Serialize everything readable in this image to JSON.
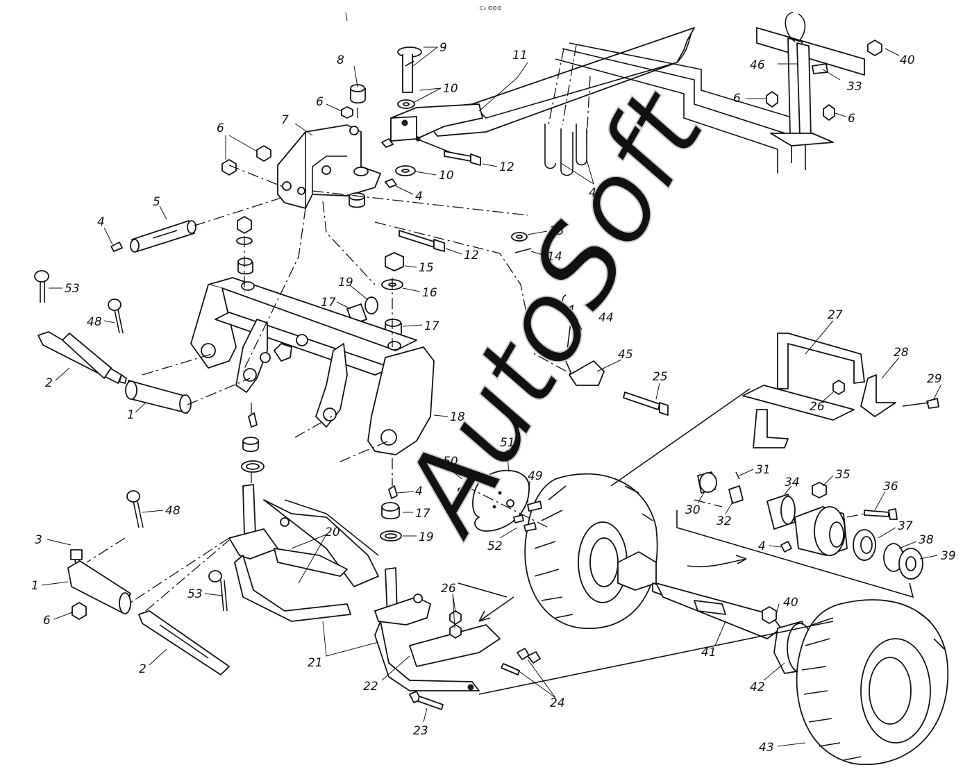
{
  "header_mark": "⊂₀ ⊝⊝⊝",
  "watermark": "AutoSoft",
  "colors": {
    "ink": "#111111",
    "paper": "#ffffff",
    "watermark": "#cfcfcf"
  },
  "callouts": [
    {
      "id": "c1",
      "text": "1"
    },
    {
      "id": "c2",
      "text": "1"
    },
    {
      "id": "c3",
      "text": "2"
    },
    {
      "id": "c4",
      "text": "2"
    },
    {
      "id": "c5",
      "text": "3"
    },
    {
      "id": "c6",
      "text": "4"
    },
    {
      "id": "c7",
      "text": "4"
    },
    {
      "id": "c8",
      "text": "4"
    },
    {
      "id": "c9",
      "text": "4"
    },
    {
      "id": "c10",
      "text": "5"
    },
    {
      "id": "c11",
      "text": "6"
    },
    {
      "id": "c12",
      "text": "6"
    },
    {
      "id": "c13",
      "text": "6"
    },
    {
      "id": "c14",
      "text": "6"
    },
    {
      "id": "c15",
      "text": "6"
    },
    {
      "id": "c16",
      "text": "7"
    },
    {
      "id": "c17",
      "text": "8"
    },
    {
      "id": "c18",
      "text": "9"
    },
    {
      "id": "c19",
      "text": "10"
    },
    {
      "id": "c20",
      "text": "10"
    },
    {
      "id": "c21",
      "text": "11"
    },
    {
      "id": "c22",
      "text": "12"
    },
    {
      "id": "c23",
      "text": "12"
    },
    {
      "id": "c24",
      "text": "13"
    },
    {
      "id": "c25",
      "text": "14"
    },
    {
      "id": "c26",
      "text": "15"
    },
    {
      "id": "c27",
      "text": "16"
    },
    {
      "id": "c28",
      "text": "17"
    },
    {
      "id": "c29",
      "text": "17"
    },
    {
      "id": "c30",
      "text": "17"
    },
    {
      "id": "c31",
      "text": "18"
    },
    {
      "id": "c32",
      "text": "19"
    },
    {
      "id": "c33",
      "text": "19"
    },
    {
      "id": "c34",
      "text": "20"
    },
    {
      "id": "c35",
      "text": "21"
    },
    {
      "id": "c36",
      "text": "22"
    },
    {
      "id": "c37",
      "text": "23"
    },
    {
      "id": "c38",
      "text": "24"
    },
    {
      "id": "c39",
      "text": "25"
    },
    {
      "id": "c40",
      "text": "26"
    },
    {
      "id": "c41",
      "text": "26"
    },
    {
      "id": "c42",
      "text": "27"
    },
    {
      "id": "c43",
      "text": "28"
    },
    {
      "id": "c44",
      "text": "29"
    },
    {
      "id": "c45",
      "text": "30"
    },
    {
      "id": "c46",
      "text": "31"
    },
    {
      "id": "c47",
      "text": "32"
    },
    {
      "id": "c48",
      "text": "33"
    },
    {
      "id": "c49",
      "text": "34"
    },
    {
      "id": "c50",
      "text": "35"
    },
    {
      "id": "c51",
      "text": "36"
    },
    {
      "id": "c52",
      "text": "37"
    },
    {
      "id": "c53",
      "text": "38"
    },
    {
      "id": "c54",
      "text": "39"
    },
    {
      "id": "c55",
      "text": "40"
    },
    {
      "id": "c56",
      "text": "40"
    },
    {
      "id": "c57",
      "text": "41"
    },
    {
      "id": "c58",
      "text": "42"
    },
    {
      "id": "c59",
      "text": "43"
    },
    {
      "id": "c60",
      "text": "44"
    },
    {
      "id": "c61",
      "text": "45"
    },
    {
      "id": "c62",
      "text": "46"
    },
    {
      "id": "c63",
      "text": "47"
    },
    {
      "id": "c64",
      "text": "48"
    },
    {
      "id": "c65",
      "text": "48"
    },
    {
      "id": "c66",
      "text": "49"
    },
    {
      "id": "c67",
      "text": "50"
    },
    {
      "id": "c68",
      "text": "51"
    },
    {
      "id": "c69",
      "text": "52"
    },
    {
      "id": "c70",
      "text": "53"
    },
    {
      "id": "c71",
      "text": "53"
    }
  ]
}
